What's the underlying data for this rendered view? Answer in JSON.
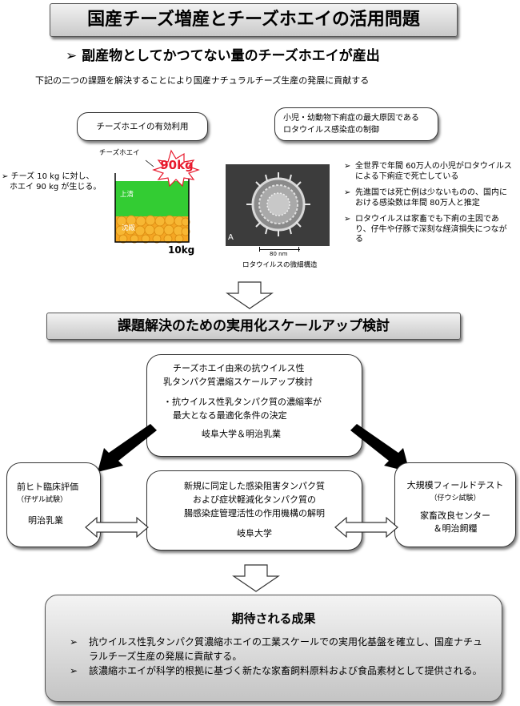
{
  "title": "国産チーズ増産とチーズホエイの活用問題",
  "subtitle_bullet": "➢",
  "subtitle": "副産物としてかつてない量のチーズホエイが産出",
  "intro": "下記の二つの課題を解決することにより国産ナチュラルチーズ生産の発展に貢献する",
  "issue1": {
    "box_label": "チーズホエイの有効利用",
    "bullet_line1": "チーズ 10 kg に対し、",
    "bullet_line2": "ホエイ 90 kg が生じる。",
    "tag": "チーズホエイ",
    "burst": "90kg",
    "layer_top": "上清",
    "layer_bottom": "沈殿",
    "bottom_label": "10kg"
  },
  "issue2": {
    "box_line1": "小児・幼動物下痢症の最大原因である",
    "box_line2": "ロタウイルス感染症の制御",
    "scale_label": "80 nm",
    "panel_letter": "A",
    "caption": "ロタウイルスの微細構造",
    "bullets": [
      "全世界で年間 60万人の小児がロタウイルスによる下痢症で死亡している",
      "先進国では死亡例は少ないものの、国内における感染数は年間 80万人と推定",
      "ロタウイルスは家畜でも下痢の主因であり、仔牛や仔豚で深刻な経済損失につながる"
    ]
  },
  "section2_title": "課題解決のための実用化スケールアップ検討",
  "top_box": {
    "line1": "チーズホエイ由来の抗ウイルス性",
    "line2": "乳タンパク質濃縮スケールアップ検討",
    "line3": "・抗ウイルス性乳タンパク質の濃縮率が",
    "line4": "最大となる最適化条件の決定",
    "org": "岐阜大学＆明治乳業"
  },
  "left_box": {
    "title": "前ヒト臨床評価",
    "sub": "（仔ザル試験）",
    "org": "明治乳業"
  },
  "center_box": {
    "line1": "新規に同定した感染阻害タンパク質",
    "line2": "および症状軽減化タンパク質の",
    "line3": "腸感染症管理活性の作用機構の解明",
    "org": "岐阜大学"
  },
  "right_box": {
    "title": "大規模フィールドテスト",
    "sub": "（仔ウシ試験）",
    "org1": "家畜改良センター",
    "org2": "＆明治飼糧"
  },
  "results": {
    "title": "期待される成果",
    "bullets": [
      "抗ウイルス性乳タンパク質濃縮ホエイの工業スケールでの実用化基盤を確立し、国産ナチュラルチーズ生産の発展に貢献する。",
      "該濃縮ホエイが科学的根拠に基づく新たな家畜飼料原料および食品素材として提供される。"
    ]
  },
  "bullet_char": "➢",
  "colors": {
    "supernatant": "#33cc33",
    "precipitate": "#f5a623",
    "burst": "#e8192c",
    "banner_light": "#f2f2f2",
    "banner_dark": "#c9c9c9"
  }
}
